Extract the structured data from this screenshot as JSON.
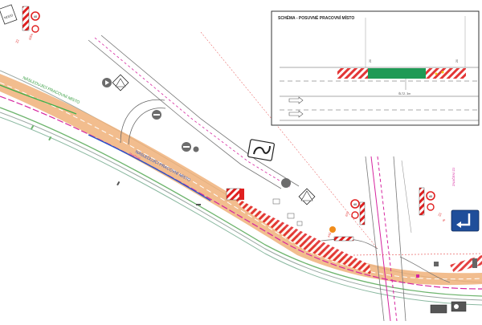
{
  "labels": {
    "next_work_zone_upper": "NÁSLEDUJÍCÍ PRACOVNÍ MÍSTO",
    "next_work_zone_lower": "NÁSLEDUJÍCÍ PRACOVNÍ MÍSTO",
    "signs_note_left": "ZNAČENÍ",
    "signs_note_right": "ZNAČENÍ Z2"
  },
  "inset": {
    "title": "SCHÉMA - POSUVNÉ PRACOVNÍ MÍSTO",
    "dim_left": "20",
    "dim_center": "ŠLTZ. 3m",
    "dim_right": "20"
  },
  "signs": {
    "speed_limit_top": "40",
    "speed_limit_mid": "40",
    "speed_limit_right": "40",
    "code_z2": "Z2",
    "code_b20a": "B20a",
    "code_a15": "A15",
    "code_e13": "E13",
    "code_ip": "IP",
    "top_left_box": "NDDD"
  },
  "colors": {
    "work_zone": "#f0b27a",
    "inset_work_zone": "#1f9a55",
    "barrier_red": "#e02020",
    "guide_sign": "#1f4e9a",
    "magenta": "#d6249f",
    "green_text": "#2f9a3a",
    "blue_text": "#2a58c8"
  }
}
